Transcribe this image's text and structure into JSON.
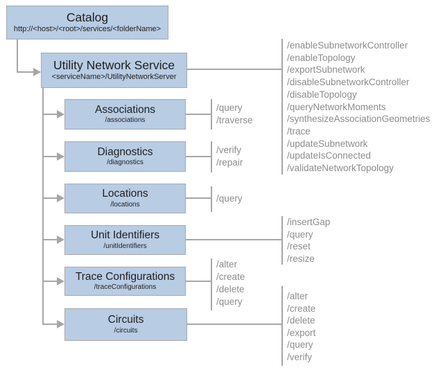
{
  "colors": {
    "box_fill": "#b8cce4",
    "box_border": "#a7a9ac",
    "line": "#a6a6a6",
    "ops": "#8c8c8c",
    "ink": "#1e1e1e"
  },
  "nodes": {
    "catalog": {
      "title": "Catalog",
      "subtitle": "http://<host>/<root>/services/<folderName>"
    },
    "utility_network_service": {
      "title": "Utility Network Service",
      "subtitle": "<serviceName>/UtilityNetworkServer",
      "operations": [
        "/enableSubnetworkController",
        "/enableTopology",
        "/exportSubnetwork",
        "/disableSubnetworkController",
        "/disableTopology",
        "/queryNetworkMoments",
        "/synthesizeAssociationGeometries",
        "/trace",
        "/updateSubnetwork",
        "/updateIsConnected",
        "/validateNetworkTopology"
      ]
    },
    "associations": {
      "title": "Associations",
      "subtitle": "/associations",
      "operations": [
        "/query",
        "/traverse"
      ]
    },
    "diagnostics": {
      "title": "Diagnostics",
      "subtitle": "/diagnostics",
      "operations": [
        "/verify",
        "/repair"
      ]
    },
    "locations": {
      "title": "Locations",
      "subtitle": "/locations",
      "operations": [
        "/query"
      ]
    },
    "unit_identifiers": {
      "title": "Unit Identifiers",
      "subtitle": "/unitIdentifiers",
      "operations": [
        "/insertGap",
        "/query",
        "/reset",
        "/resize"
      ]
    },
    "trace_configurations": {
      "title": "Trace Configurations",
      "subtitle": "/traceConfigurations",
      "operations": [
        "/alter",
        "/create",
        "/delete",
        "/query"
      ]
    },
    "circuits": {
      "title": "Circuits",
      "subtitle": "/circuits",
      "operations": [
        "/alter",
        "/create",
        "/delete",
        "/export",
        "/query",
        "/verify"
      ]
    }
  }
}
